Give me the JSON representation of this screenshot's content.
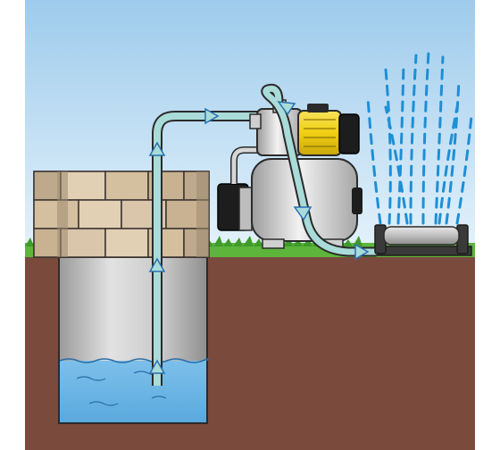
{
  "diagram": {
    "subject": "pump-station-well-to-sprinkler",
    "components": [
      {
        "id": "well",
        "icon": "stone-well-icon"
      },
      {
        "id": "water",
        "icon": "water-icon"
      },
      {
        "id": "suction-pipe",
        "icon": "pipe-icon"
      },
      {
        "id": "pump-station",
        "icon": "pump-icon"
      },
      {
        "id": "pressure-tank",
        "icon": "tank-icon"
      },
      {
        "id": "sprinkler",
        "icon": "sprinkler-icon"
      },
      {
        "id": "spray",
        "icon": "water-spray-icon"
      }
    ],
    "flow": [
      "well",
      "suction-pipe",
      "pump-station",
      "sprinkler"
    ],
    "colors": {
      "sky": "#cfe6f5",
      "soil": "#7a4a3d",
      "grass": "#58b13a",
      "brick": "#d6c2a6",
      "pipe": "#a9dcd8",
      "water": "#68b2e0",
      "motor": "#f2d21b",
      "spray": "#1e8fd6"
    }
  }
}
